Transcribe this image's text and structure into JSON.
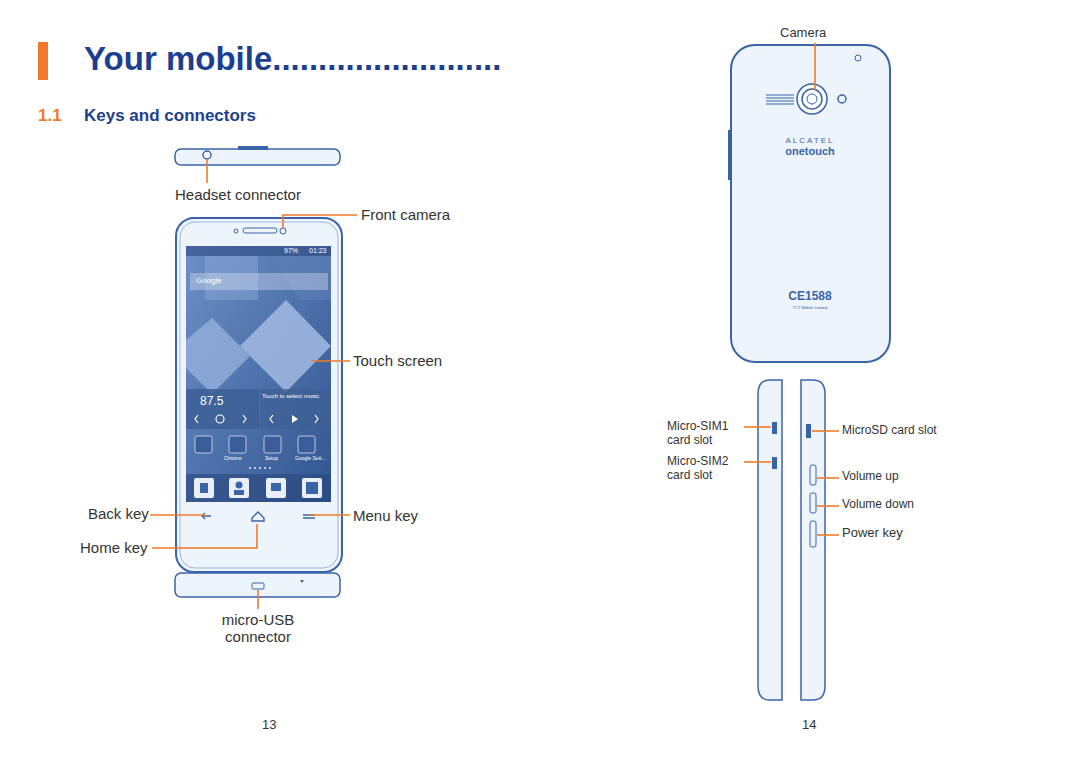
{
  "diagram": {
    "title": "Your mobile.........................",
    "labels": [
      "1.1",
      "Keys and connectors",
      "Headset connector",
      "Front camera",
      "Touch screen",
      "Back key",
      "Menu key",
      "Home key",
      "micro-USB connector",
      "Camera",
      "Micro-SIM1 card slot",
      "Micro-SIM2 card slot",
      "MicroSD card slot",
      "Volume up",
      "Volume down",
      "Power key",
      "13",
      "14",
      "97%",
      "01:23",
      "Google",
      "87.5",
      "Touch to select music",
      "Chrome",
      "Setup",
      "Google Sett...",
      "ALCATEL",
      "onetouch",
      "CE1588",
      "TCT Mobile Limited"
    ]
  }
}
